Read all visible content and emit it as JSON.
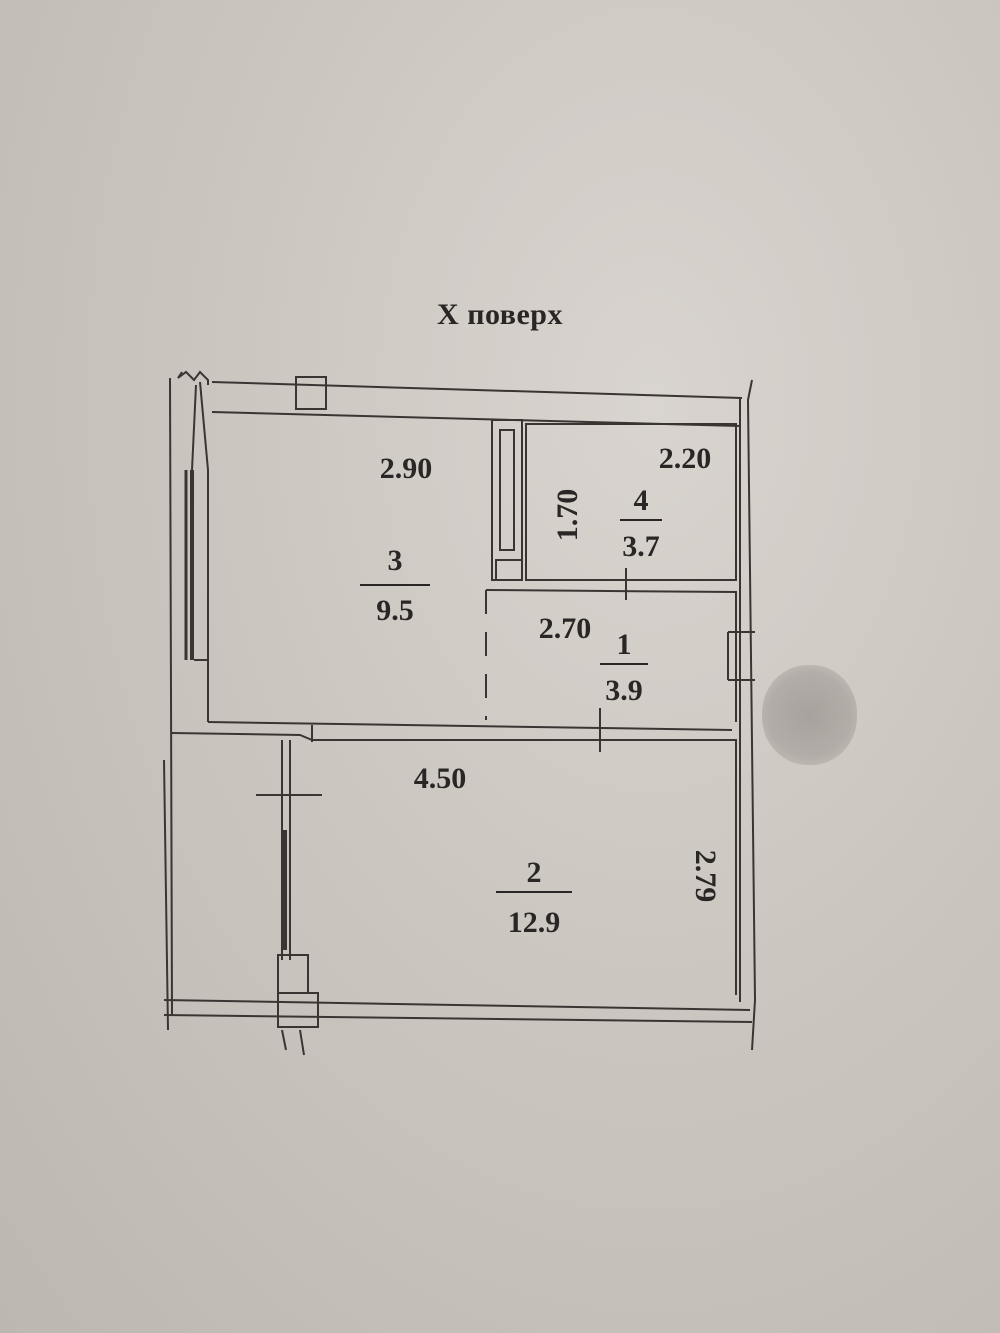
{
  "plan": {
    "title": "Х поверх",
    "rooms": [
      {
        "id": "room-3",
        "number": "3",
        "area": "9.5",
        "dimension": "2.90"
      },
      {
        "id": "room-4",
        "number": "4",
        "area": "3.7",
        "dimension_horizontal": "2.20",
        "dimension_vertical": "1.70"
      },
      {
        "id": "room-1",
        "number": "1",
        "area": "3.9",
        "dimension": "2.70"
      },
      {
        "id": "room-2",
        "number": "2",
        "area": "12.9",
        "dimension_horizontal": "4.50",
        "dimension_vertical": "2.79"
      }
    ]
  },
  "colors": {
    "ink": "#2a2625",
    "paper": "#ccc6c0"
  }
}
